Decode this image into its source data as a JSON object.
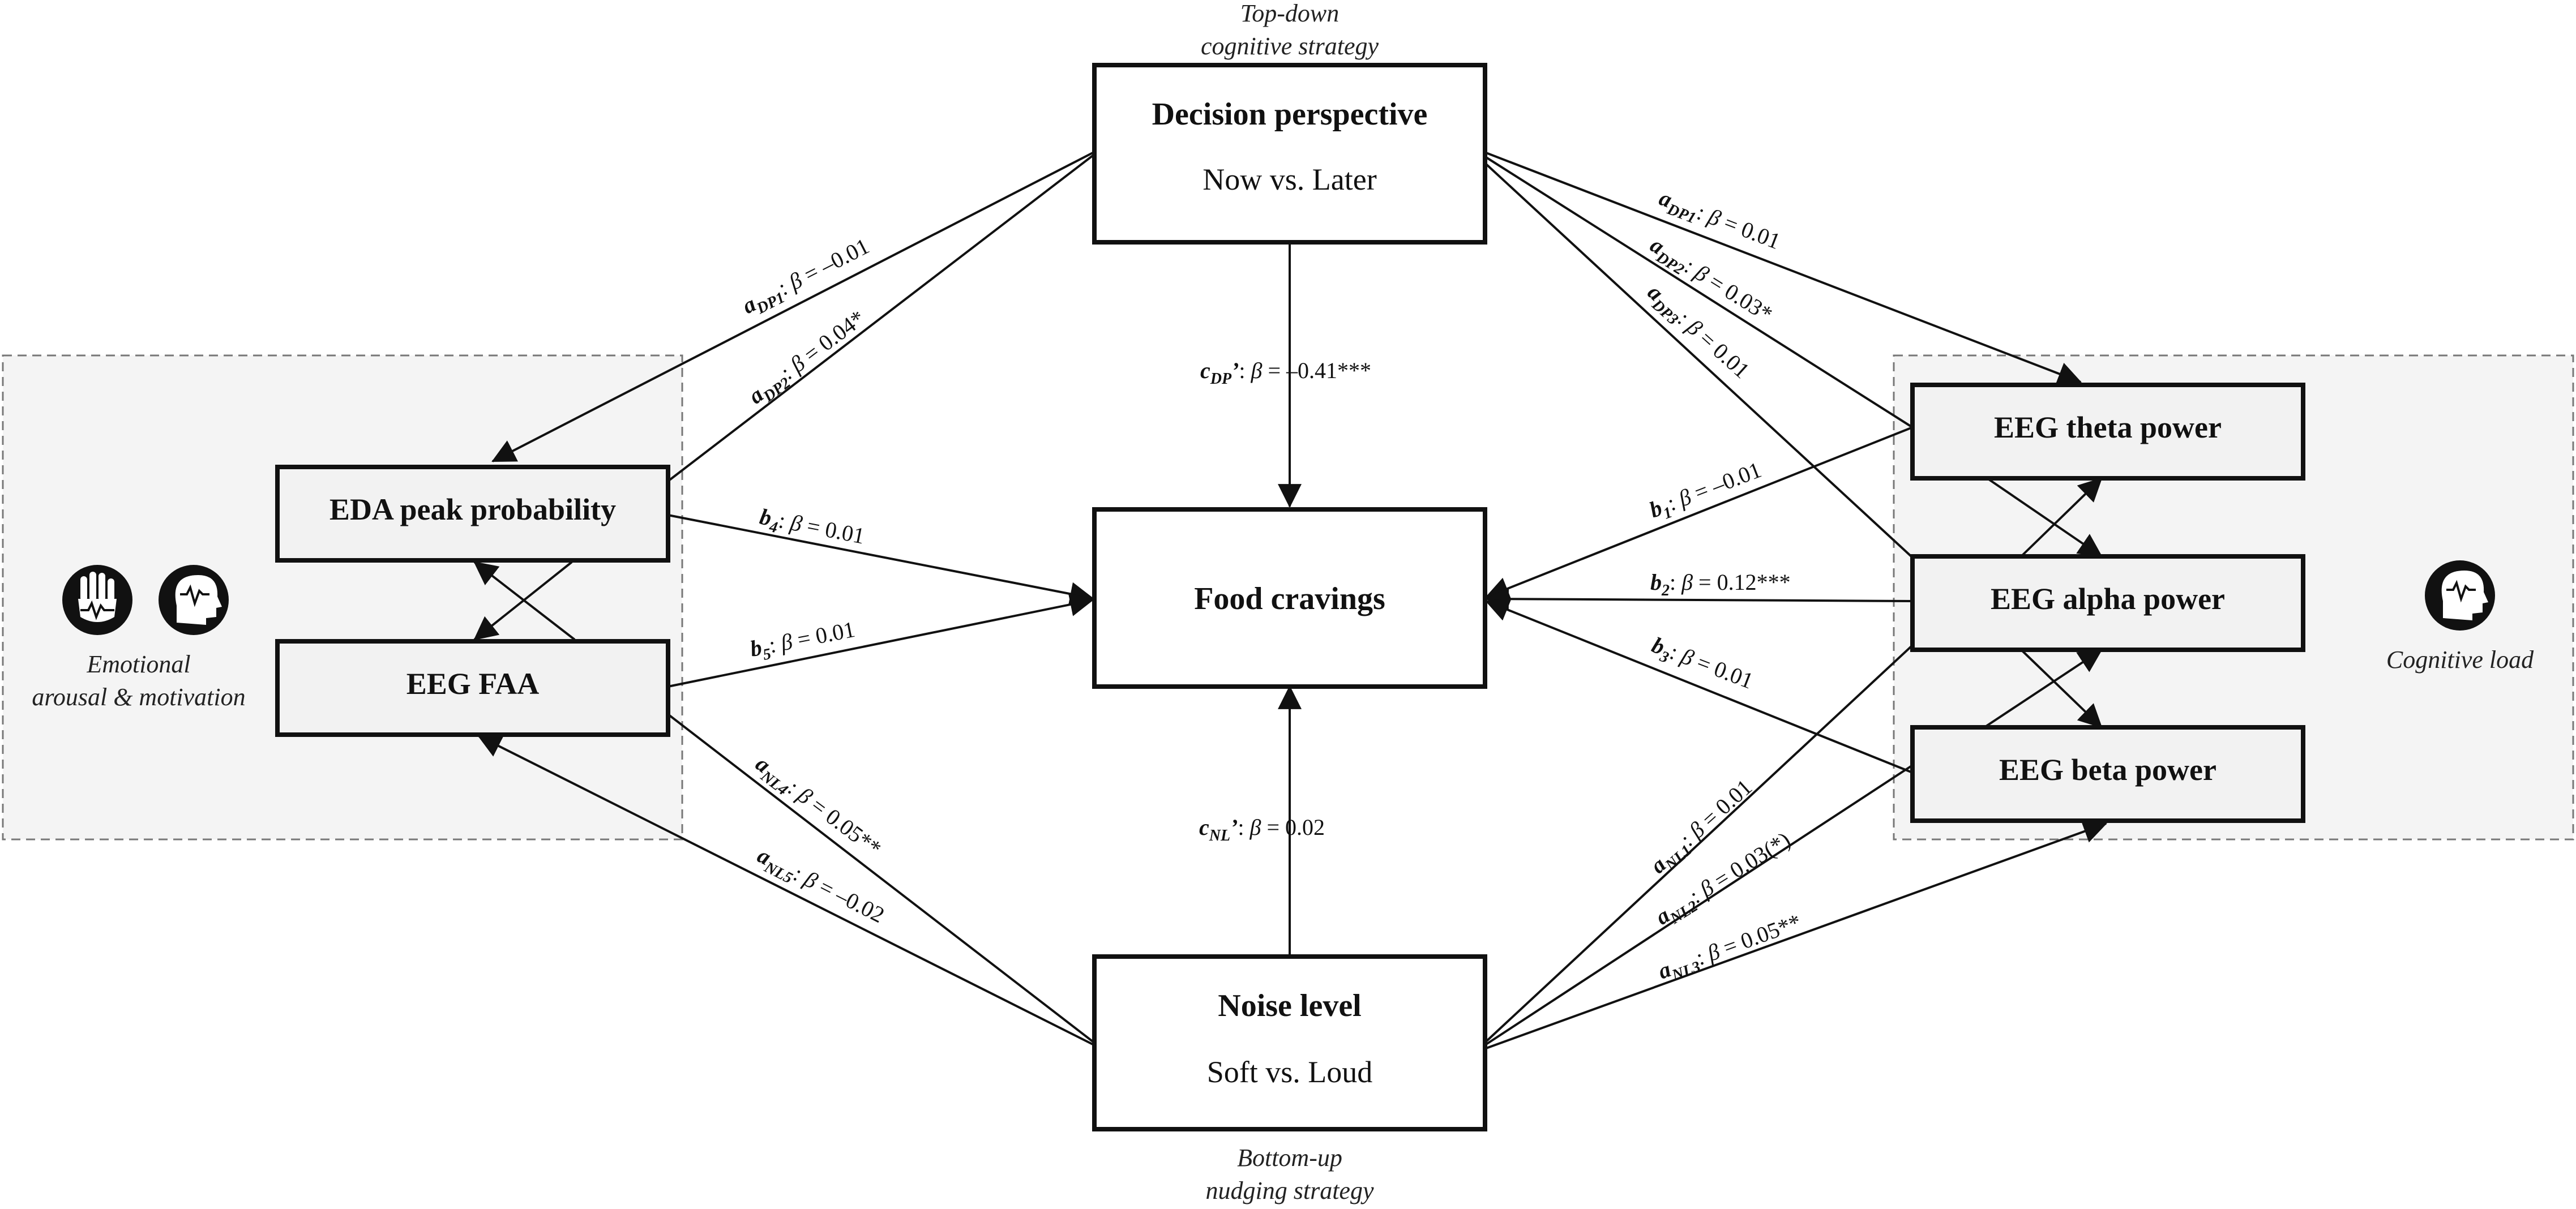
{
  "captions": {
    "top": [
      "Top-down",
      "cognitive strategy"
    ],
    "bottom": [
      "Bottom-up",
      "nudging strategy"
    ],
    "left": [
      "Emotional",
      "arousal & motivation"
    ],
    "right": [
      "Cognitive load"
    ]
  },
  "nodes": {
    "decision": {
      "title": "Decision perspective",
      "subtitle": "Now vs. Later"
    },
    "food": {
      "title": "Food cravings"
    },
    "noise": {
      "title": "Noise level",
      "subtitle": "Soft vs. Loud"
    },
    "eda": {
      "title": "EDA peak probability"
    },
    "faa": {
      "title": "EEG FAA"
    },
    "theta": {
      "title": "EEG theta power"
    },
    "alpha": {
      "title": "EEG alpha power"
    },
    "beta": {
      "title": "EEG beta power"
    }
  },
  "paths": [
    {
      "id": "aDP1-left",
      "coef": "a",
      "sub": "DP1",
      "value": "= –0.01"
    },
    {
      "id": "aDP2-left",
      "coef": "a",
      "sub": "DP2",
      "value": "= 0.04*"
    },
    {
      "id": "cDP",
      "coef": "c",
      "sub": "DP",
      "prime": "’",
      "value": "= –0.41***"
    },
    {
      "id": "cNL",
      "coef": "c",
      "sub": "NL",
      "prime": "’",
      "value": "= 0.02"
    },
    {
      "id": "b4",
      "coef": "b",
      "sub": "4",
      "value": "= 0.01"
    },
    {
      "id": "b5",
      "coef": "b",
      "sub": "5",
      "value": "= 0.01"
    },
    {
      "id": "aNL4",
      "coef": "a",
      "sub": "NL4",
      "value": "= 0.05**"
    },
    {
      "id": "aNL5",
      "coef": "a",
      "sub": "NL5",
      "value": "= –0.02"
    },
    {
      "id": "aDP1-right",
      "coef": "a",
      "sub": "DP1",
      "value": "= 0.01"
    },
    {
      "id": "aDP2-right",
      "coef": "a",
      "sub": "DP2",
      "value": "= 0.03*"
    },
    {
      "id": "aDP3",
      "coef": "a",
      "sub": "DP3",
      "value": "= 0.01"
    },
    {
      "id": "b1",
      "coef": "b",
      "sub": "1",
      "value": "= –0.01"
    },
    {
      "id": "b2",
      "coef": "b",
      "sub": "2",
      "value": "= 0.12***"
    },
    {
      "id": "b3",
      "coef": "b",
      "sub": "3",
      "value": "= 0.01"
    },
    {
      "id": "aNL1",
      "coef": "a",
      "sub": "NL1",
      "value": "= 0.01"
    },
    {
      "id": "aNL2",
      "coef": "a",
      "sub": "NL2",
      "value": "= 0.03(*)"
    },
    {
      "id": "aNL3",
      "coef": "a",
      "sub": "NL3",
      "value": "= 0.05**"
    }
  ],
  "beta_symbol": "β",
  "icons": [
    "hand-sensor-icon",
    "brain-head-icon",
    "brain-head-icon"
  ],
  "colors": {
    "panel": "#f4f4f4",
    "panel_border": "#7a7a7a",
    "box_fill": "#ffffff",
    "box_fill_gray": "#f2f2f2",
    "line": "#111111"
  }
}
